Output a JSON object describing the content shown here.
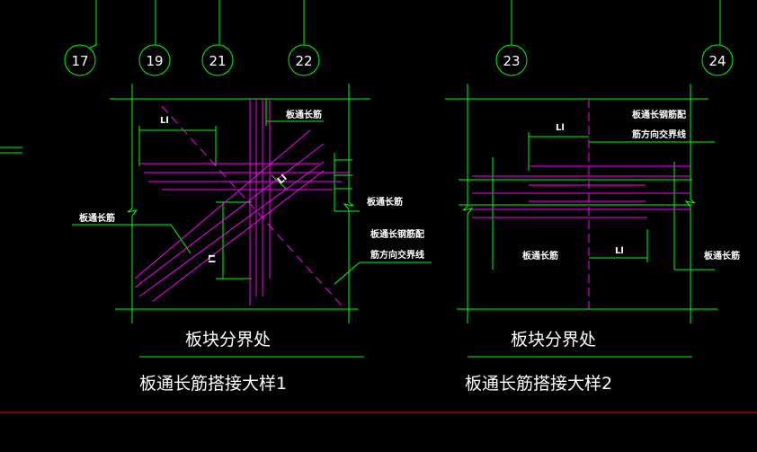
{
  "colors": {
    "background": "#000000",
    "grid_line": "#00ff00",
    "rebar": "#ff00ff",
    "text": "#ffffff",
    "frame_line": "#ff0000"
  },
  "axis_bubbles": [
    "17",
    "19",
    "21",
    "22",
    "23",
    "24"
  ],
  "detail1": {
    "lap_label_top": "Ll",
    "lap_label_vertical": "Ll",
    "lap_label_diagonal": "Ll",
    "note_top": "板通长筋",
    "note_right": "板通长筋",
    "note_left": "板通长筋",
    "note_boundary_line1": "板通长钢筋配",
    "note_boundary_line2": "筋方向交界线",
    "boundary_caption": "板块分界处",
    "title": "板通长筋搭接大样1"
  },
  "detail2": {
    "lap_label_top": "Ll",
    "lap_label_bottom": "Ll",
    "note_boundary_line1": "板通长钢筋配",
    "note_boundary_line2": "筋方向交界线",
    "note_bottom_left": "板通长筋",
    "note_right": "板通长筋",
    "boundary_caption": "板块分界处",
    "title": "板通长筋搭接大样2"
  }
}
